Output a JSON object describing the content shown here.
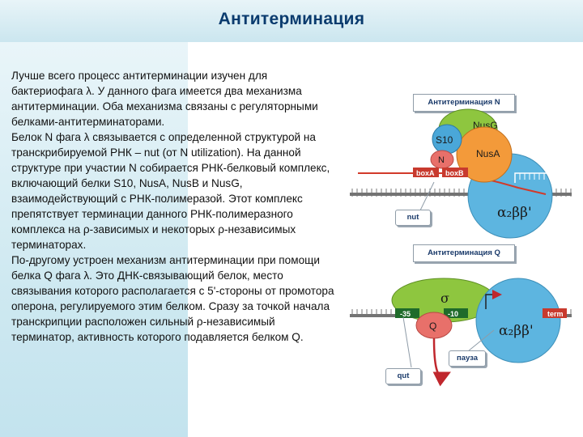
{
  "slide": {
    "title": "Антитерминация",
    "paragraph_1": "Лучше всего процесс антитерминации изучен для бактериофага λ. У данного фага имеется два механизма антитерминации. Оба механизма связаны с регуляторными белками-антитерминаторами.",
    "paragraph_2": "Белок N фага λ связывается с определенной структурой на транскрибируемой РНК – nut (от N utilization). На данной структуре при участии N собирается РНК-белковый комплекс, включающий белки S10, NusA, NusB и NusG, взаимодействующий с РНК-полимеразой. Этот комплекс препятствует терминации данного РНК-полимеразного комплекса на ρ-зависимых и некоторых ρ-независимых терминаторах.",
    "paragraph_3": "По-другому устроен механизм антитерминации при помощи белка Q фага λ. Это ДНК-связывающий белок, место связывания которого располагается с 5'-стороны от промотора оперона, регулируемого этим белком. Сразу за точкой начала транскрипции расположен сильный ρ-независимый терминатор, активность которого подавляется белком Q."
  },
  "diagram_n": {
    "label": "Антитерминация N",
    "nusg": "NusG",
    "s10": "S10",
    "nusa": "NusA",
    "n": "N",
    "boxa": "boxA",
    "boxb": "boxB",
    "nut": "nut",
    "polymerase": "α₂ββ'"
  },
  "diagram_q": {
    "label": "Антитерминация Q",
    "sigma": "σ",
    "minus35": "-35",
    "minus10": "-10",
    "q": "Q",
    "term": "term",
    "pause": "пауза",
    "qut": "qut",
    "polymerase": "α₂ββ'"
  },
  "colors": {
    "title": "#0a3b6e",
    "nusg": "#8ec63f",
    "s10": "#4aa7d8",
    "nusa": "#f39a3a",
    "n": "#e8706a",
    "box": "#c83a2e",
    "polymerase": "#5db5e0",
    "sigma": "#8ec63f",
    "q": "#e8706a",
    "rna": "#d23a2a"
  }
}
